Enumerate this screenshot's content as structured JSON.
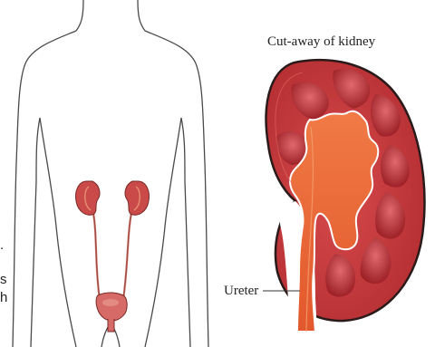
{
  "diagram": {
    "title": "Cut-away of kidney",
    "labels": {
      "ureter": "Ureter"
    },
    "edge_fragments": [
      ".",
      "s",
      "h"
    ],
    "colors": {
      "outline": "#4a4a4a",
      "kidney_red": "#c23a3c",
      "kidney_dark": "#a0262a",
      "pelvis_orange": "#e96a3a",
      "organ_fill": "#d66a66",
      "background": "#ffffff"
    }
  }
}
